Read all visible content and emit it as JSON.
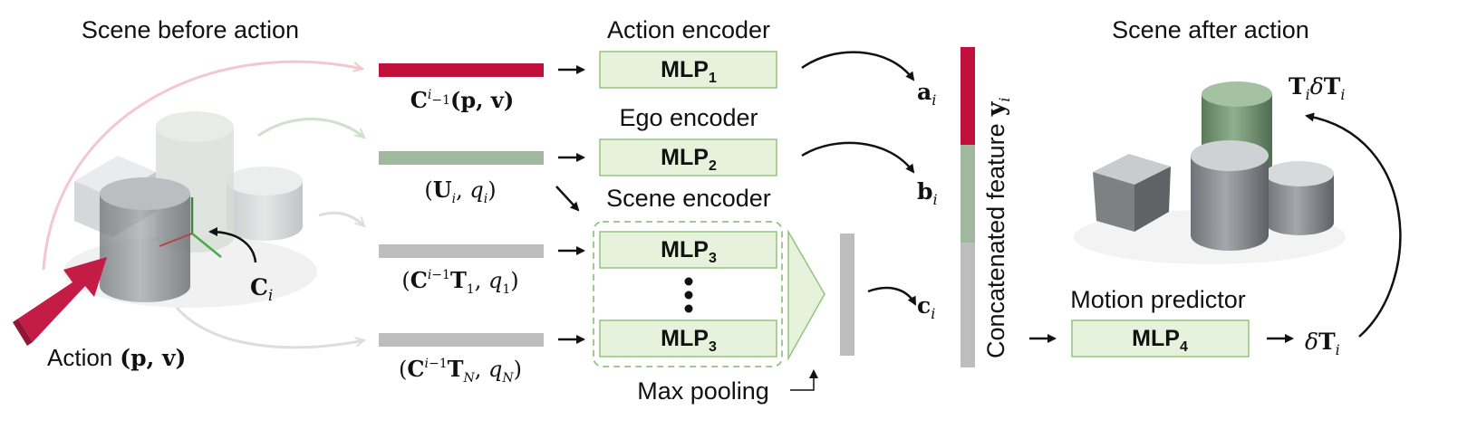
{
  "headings": {
    "scene_before": "Scene before action",
    "action_encoder": "Action encoder",
    "ego_encoder": "Ego encoder",
    "scene_encoder": "Scene encoder",
    "scene_after": "Scene after action",
    "motion_predictor": "Motion predictor",
    "max_pooling": "Max pooling"
  },
  "mlp": {
    "prefix": "MLP",
    "sub1": "1",
    "sub2": "2",
    "sub3": "3",
    "sub4": "4"
  },
  "inputs": {
    "action_label": "Action",
    "action_args": "(p, v)",
    "frame_label": "C",
    "frame_sub": "i",
    "action_feature": "C_i^{-1}(p, v)",
    "ego_feature": "(U_i, q_i)",
    "object_1_feature": "(C_i^{-1} T_1, q_1)",
    "object_n_feature": "(C_i^{-1} T_N, q_N)"
  },
  "outputs": {
    "a": "a",
    "b": "b",
    "c": "c",
    "sub": "i",
    "concat_label": "Concatenated feature",
    "concat_symbol": "y",
    "delta_T": "δT",
    "updated_pose": "T δT"
  },
  "colors": {
    "action": "#c0103c",
    "ego": "#9fb89e",
    "scene": "#bdbdbd",
    "mlp_fill": "#e6f2dc",
    "mlp_stroke": "#93c47d",
    "ellipsis": "⋮"
  }
}
